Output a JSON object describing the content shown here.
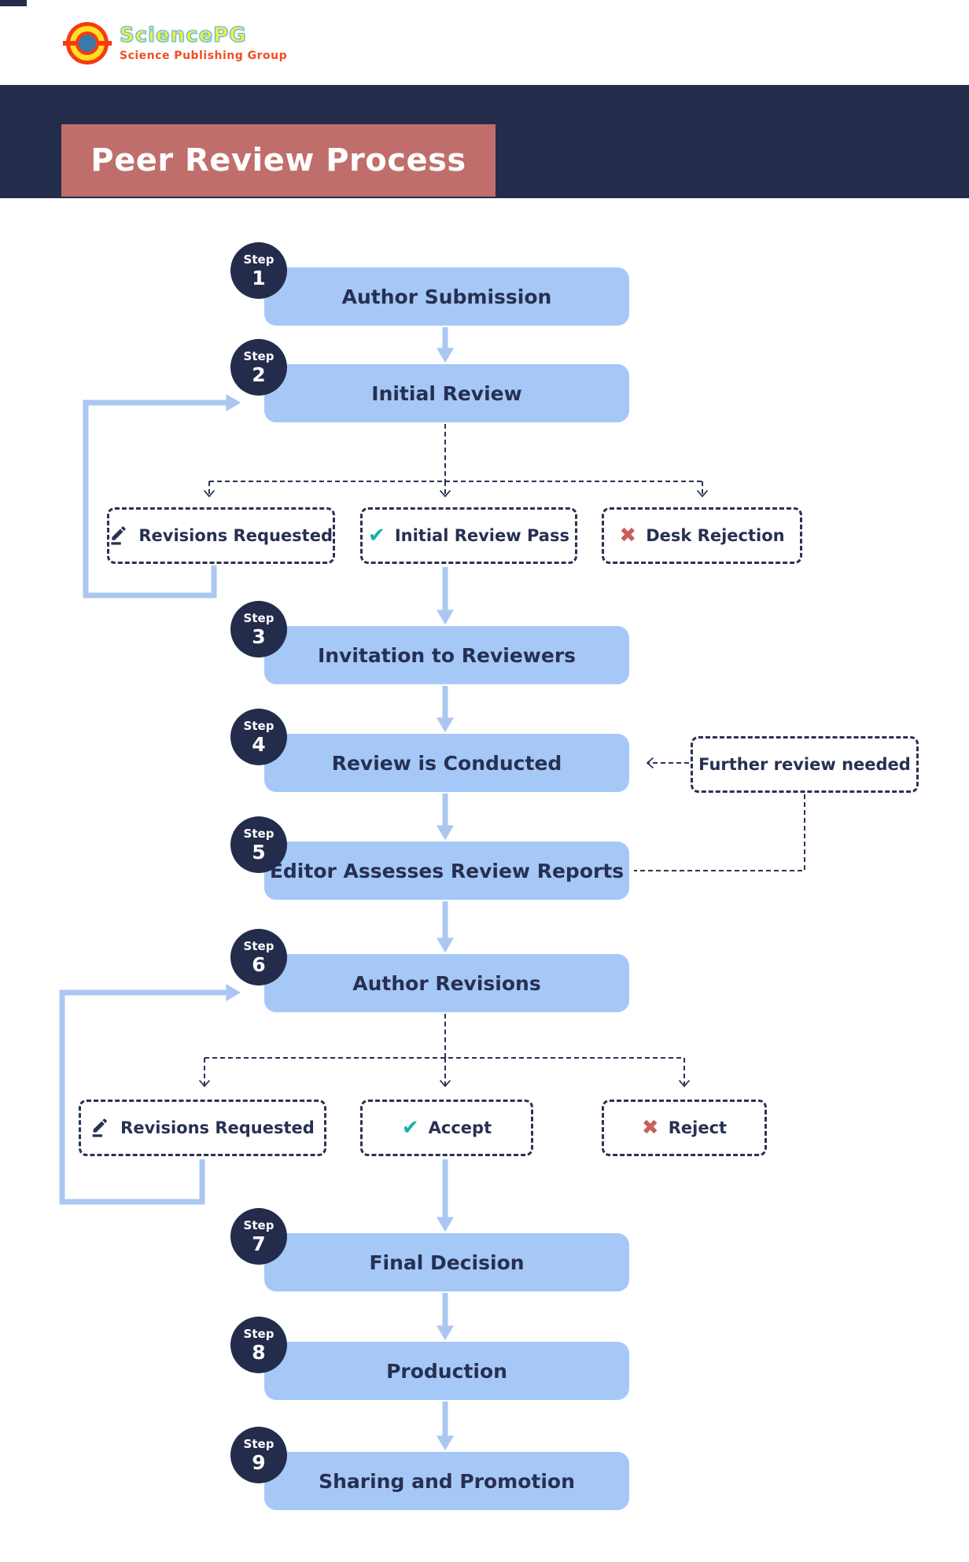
{
  "logo": {
    "brand": "SciencePG",
    "tagline": "Science Publishing Group"
  },
  "banner": {
    "title": "Peer Review Process"
  },
  "step_word": "Step",
  "steps": [
    {
      "num": "1",
      "label": "Author Submission"
    },
    {
      "num": "2",
      "label": "Initial Review"
    },
    {
      "num": "3",
      "label": "Invitation to Reviewers"
    },
    {
      "num": "4",
      "label": "Review is Conducted"
    },
    {
      "num": "5",
      "label": "Editor Assesses Review Reports"
    },
    {
      "num": "6",
      "label": "Author Revisions"
    },
    {
      "num": "7",
      "label": "Final Decision"
    },
    {
      "num": "8",
      "label": "Production"
    },
    {
      "num": "9",
      "label": "Sharing and Promotion"
    }
  ],
  "branch1": {
    "revisions": {
      "label": "Revisions Requested",
      "icon": "pencil-icon"
    },
    "pass": {
      "label": "Initial Review Pass",
      "icon": "check-icon"
    },
    "desk_rejection": {
      "label": "Desk Rejection",
      "icon": "cross-icon"
    }
  },
  "branch2": {
    "revisions": {
      "label": "Revisions Requested",
      "icon": "pencil-icon"
    },
    "accept": {
      "label": "Accept",
      "icon": "check-icon"
    },
    "reject": {
      "label": "Reject",
      "icon": "cross-icon"
    }
  },
  "note": {
    "label": "Further review needed"
  },
  "colors": {
    "navy": "#242c4c",
    "light_blue": "#a6c8f7",
    "arrow_blue": "#abc7f1",
    "rose": "#c06e6b",
    "teal": "#14b3a0",
    "red_x": "#c75f5c"
  }
}
